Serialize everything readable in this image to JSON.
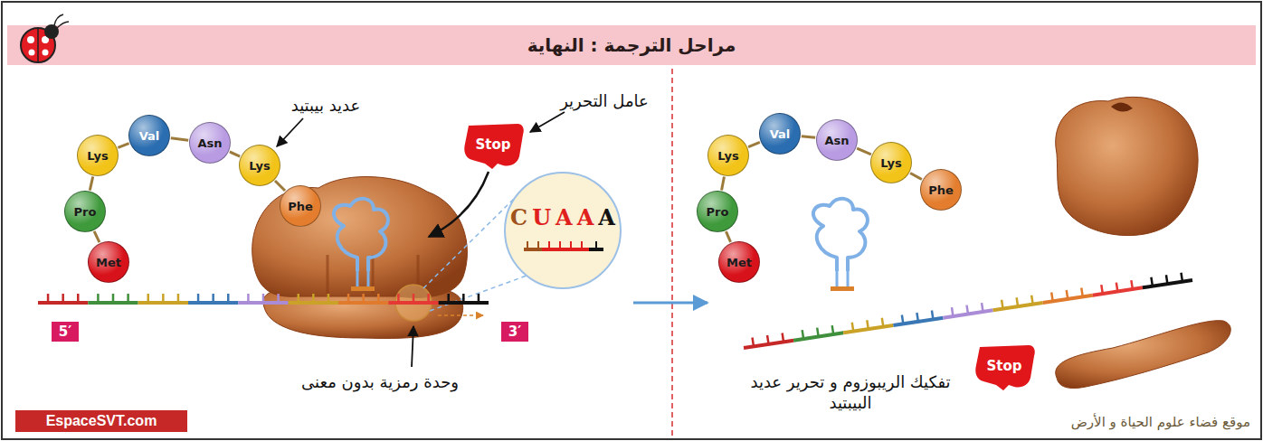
{
  "diagram": {
    "title": "مراحل الترجمة : النهاية",
    "nodes": [
      {
        "text": [
          "Met"
        ]
      },
      {
        "text": [
          "Pro"
        ]
      },
      {
        "text": [
          "Lys"
        ]
      },
      {
        "text": [
          "Val"
        ]
      },
      {
        "text": [
          "Asn"
        ]
      },
      {
        "text": [
          "Lys"
        ]
      },
      {
        "text": [
          "Phe"
        ]
      },
      {
        "text": [
          "Stop"
        ]
      },
      {
        "text": [
          "C",
          "U",
          "A",
          "A",
          "A"
        ]
      },
      {
        "text": [
          "5′"
        ]
      },
      {
        "text": [
          "3′"
        ]
      },
      {
        "text": [
          "EspaceSVT.com"
        ]
      },
      {
        "text": [
          "Met"
        ]
      },
      {
        "text": [
          "Pro"
        ]
      },
      {
        "text": [
          "Lys"
        ]
      },
      {
        "text": [
          "Val"
        ]
      },
      {
        "text": [
          "Asn"
        ]
      },
      {
        "text": [
          "Lys"
        ]
      },
      {
        "text": [
          "Phe"
        ]
      },
      {
        "text": [
          "Stop"
        ]
      }
    ],
    "edges": [
      {
        "from": 0,
        "to": 1,
        "arrow": "none"
      },
      {
        "from": 1,
        "to": 2,
        "arrow": "none"
      },
      {
        "from": 2,
        "to": 3,
        "arrow": "none"
      },
      {
        "from": 3,
        "to": 4,
        "arrow": "none"
      },
      {
        "from": 4,
        "to": 5,
        "arrow": "none"
      },
      {
        "from": 5,
        "to": 6,
        "arrow": "none"
      },
      {
        "from": 12,
        "to": 13,
        "arrow": "none"
      },
      {
        "from": 13,
        "to": 14,
        "arrow": "none"
      },
      {
        "from": 14,
        "to": 15,
        "arrow": "none"
      },
      {
        "from": 15,
        "to": 16,
        "arrow": "none"
      },
      {
        "from": 16,
        "to": 17,
        "arrow": "none"
      },
      {
        "from": 17,
        "to": 18,
        "arrow": "none"
      }
    ],
    "labels": [
      "عديد بيبتيد",
      "عامل التحرير",
      "وحدة رمزية بدون معنى",
      "تفكيك الريبوزوم و تحرير عديد البيبتيد",
      "موقع فضاء علوم الحياة و الأرض"
    ]
  }
}
